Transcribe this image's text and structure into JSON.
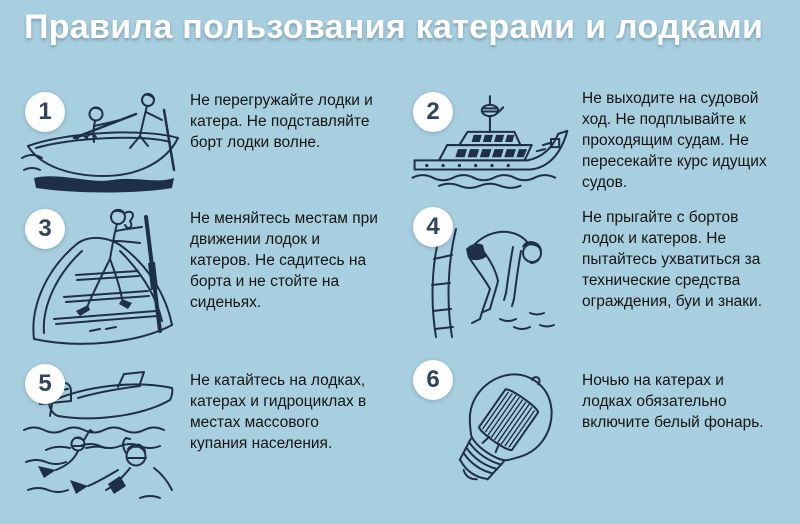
{
  "poster": {
    "title": "Правила пользования катерами и лодками",
    "colors": {
      "background": "#a8cfe0",
      "title_text": "#ffffff",
      "body_text": "#141414",
      "line_art": "#1e3048",
      "number_circle_bg": "#ffffff",
      "number_text": "#30455c"
    },
    "items": [
      {
        "number": "1",
        "illustration": "overloaded-canoe-with-two-people",
        "text": "Не перегружайте лодки и\nкатера. Не подставляйте\nборт лодки волне."
      },
      {
        "number": "2",
        "illustration": "motor-yacht",
        "text": "Не выходите на судовой\nход. Не подплывайте к\nпроходящим судам. Не\nпересекайте курс идущих\nсудов."
      },
      {
        "number": "3",
        "illustration": "person-standing-in-rowboat",
        "text": "Не меняйтесь местам при\nдвижении лодок и\nкатеров. Не садитесь на\nборта и не стойте на\nсиденьях."
      },
      {
        "number": "4",
        "illustration": "person-diving-from-boat-side",
        "text": "Не прыгайте с бортов\nлодок и катеров. Не\nпытайтесь ухватиться за\nтехнические средства\nограждения, буи и знаки."
      },
      {
        "number": "5",
        "illustration": "motorboat-near-swimmers",
        "text": "Не катайтесь на лодках,\nкатерах и гидроциклах в\nместах массового\nкупания населения."
      },
      {
        "number": "6",
        "illustration": "white-lantern-light-bulb",
        "text": "Ночью на катерах и\nлодках обязательно\nвключите белый фонарь."
      }
    ]
  }
}
